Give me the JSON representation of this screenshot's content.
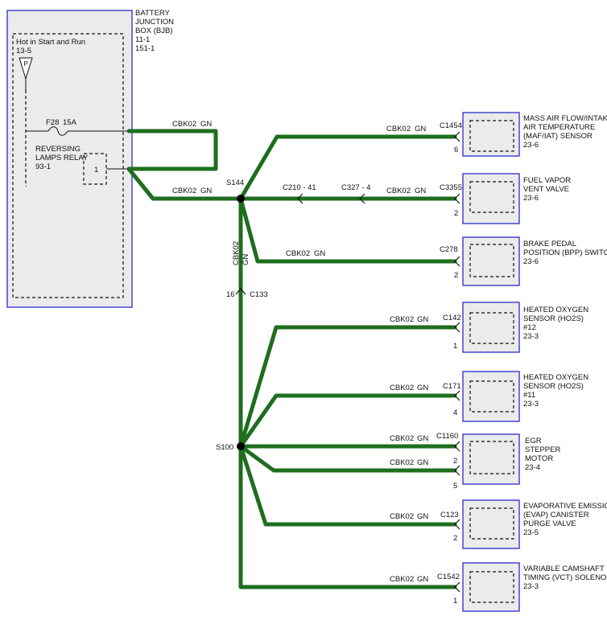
{
  "bjb": {
    "title_lines": [
      "BATTERY",
      "JUNCTION",
      "BOX (BJB)",
      "11-1",
      "151-1"
    ],
    "hot_label": "Hot in Start and Run",
    "hot_ref": "13-5",
    "fuse_label": "F28",
    "fuse_rating": "15A",
    "relay_lines": [
      "REVERSING",
      "LAMPS RELAY",
      "93-1"
    ],
    "relay_pin": "1"
  },
  "wire_circuit": "CBK02",
  "wire_color": "GN",
  "splices": {
    "s144": "S144",
    "s100": "S100"
  },
  "inline_connectors": {
    "c210": "C210 - 41",
    "c327": "C327 - 4",
    "c133": "C133",
    "c133_pin": "16"
  },
  "components": [
    {
      "id": "maf",
      "connector": "C1454",
      "pin": "6",
      "lines": [
        "MASS AIR FLOW/INTAKE",
        "AIR TEMPERATURE",
        "(MAF/IAT) SENSOR",
        "23-6"
      ]
    },
    {
      "id": "fvv",
      "connector": "C3355",
      "pin": "2",
      "lines": [
        "FUEL VAPOR",
        "VENT VALVE",
        "23-6"
      ]
    },
    {
      "id": "bpp",
      "connector": "C278",
      "pin": "2",
      "lines": [
        "BRAKE PEDAL",
        "POSITION (BPP) SWITCH",
        "23-6"
      ]
    },
    {
      "id": "ho2s12",
      "connector": "C142",
      "pin": "1",
      "lines": [
        "HEATED OXYGEN",
        "SENSOR (HO2S)",
        "#12",
        "23-3"
      ]
    },
    {
      "id": "ho2s11",
      "connector": "C171",
      "pin": "4",
      "lines": [
        "HEATED OXYGEN",
        "SENSOR (HO2S)",
        "#11",
        "23-3"
      ]
    },
    {
      "id": "egr",
      "connector": "C1160",
      "pin": "2",
      "pin2": "5",
      "lines": [
        "EGR",
        "STEPPER",
        "MOTOR",
        "23-4"
      ]
    },
    {
      "id": "evap",
      "connector": "C123",
      "pin": "2",
      "lines": [
        "EVAPORATIVE EMISSION",
        "(EVAP) CANISTER",
        "PURGE VALVE",
        "23-5"
      ]
    },
    {
      "id": "vct",
      "connector": "C1542",
      "pin": "1",
      "lines": [
        "VARIABLE CAMSHAFT",
        "TIMING (VCT) SOLENOID",
        "23-3"
      ]
    }
  ]
}
